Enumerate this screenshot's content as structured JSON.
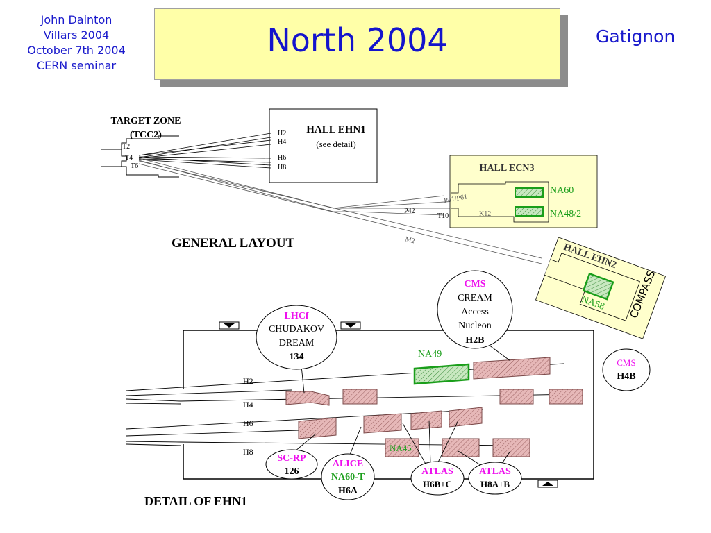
{
  "author_lines": [
    "John Dainton",
    "Villars 2004",
    "October 7th 2004",
    "CERN seminar"
  ],
  "title": "North 2004",
  "presenter": "Gatignon",
  "general_layout": {
    "heading": "GENERAL LAYOUT",
    "target_zone": [
      "TARGET ZONE",
      "(TCC2)"
    ],
    "targets": [
      "T2",
      "T4",
      "T6"
    ],
    "hall_ehn1": [
      "HALL EHN1",
      "(see detail)"
    ],
    "ehn1_lines": [
      "H2",
      "H4",
      "H6",
      "H8"
    ],
    "hall_ecn3": "HALL ECN3",
    "ecn3_experiments": [
      "NA60",
      "NA48/2"
    ],
    "beams": [
      "P41/P61",
      "K12",
      "P42",
      "T10",
      "M2"
    ],
    "hall_ehn2": "HALL EHN2",
    "ehn2_experiment": "NA58",
    "compass": "COMPASS"
  },
  "detail": {
    "heading": "DETAIL OF EHN1",
    "beamlines": [
      "H2",
      "H4",
      "H6",
      "H8"
    ],
    "na49": "NA49",
    "na45": "NA45",
    "lhcf_bubble": [
      "LHCf",
      "CHUDAKOV",
      "DREAM",
      "134"
    ],
    "cms_bubble": [
      "CMS",
      "CREAM",
      "Access",
      "Nucleon",
      "H2B"
    ],
    "cms_h4b": [
      "CMS",
      "H4B"
    ],
    "scrp_bubble": [
      "SC-RP",
      "126"
    ],
    "alice_bubble": [
      "ALICE",
      "NA60-T",
      "H6A"
    ],
    "atlas_h6": [
      "ATLAS",
      "H6B+C"
    ],
    "atlas_h8": [
      "ATLAS",
      "H8A+B"
    ]
  },
  "colors": {
    "magenta": "#ee10ee",
    "green": "#1a9e1a",
    "blue": "#1a1acc",
    "hall_fill": "#ffffcc",
    "block_fill": "#e6b8b8"
  }
}
